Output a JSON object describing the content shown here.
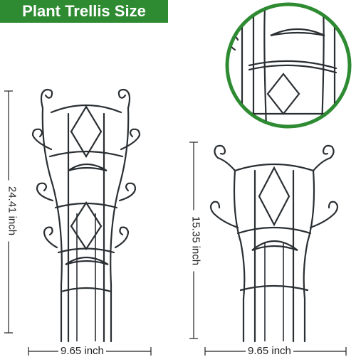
{
  "title": "Plant Trellis Size",
  "dimensions": {
    "tall_height": "24.41 inch",
    "short_height": "15.35 inch",
    "tall_width": "9.65 inch",
    "short_width": "9.65 inch"
  },
  "colors": {
    "banner": "#2e8b32",
    "inset_ring": "#2e8b32",
    "wire": "#2a2f33"
  }
}
